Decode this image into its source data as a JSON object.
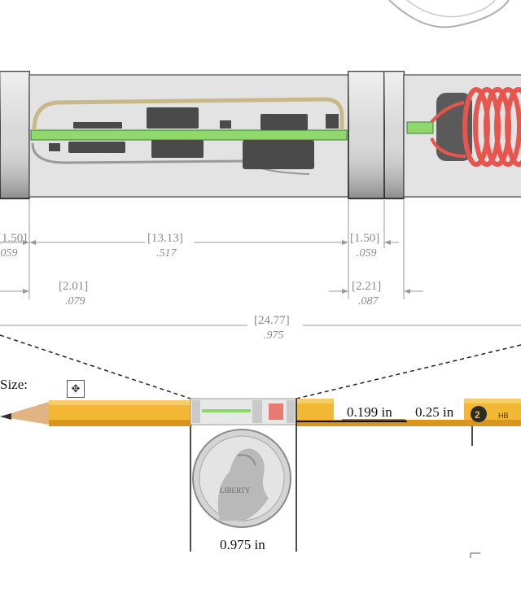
{
  "drawing": {
    "dims": [
      {
        "id": "end-left",
        "metric": "[1.50]",
        "imperial": ".059"
      },
      {
        "id": "body-length",
        "metric": "[13.13]",
        "imperial": ".517"
      },
      {
        "id": "end-right",
        "metric": "[1.50]",
        "imperial": ".059"
      },
      {
        "id": "gap-left",
        "metric": "[2.01]",
        "imperial": ".079"
      },
      {
        "id": "gap-right",
        "metric": "[2.21]",
        "imperial": ".087"
      },
      {
        "id": "overall-length",
        "metric": "[24.77]",
        "imperial": ".975"
      }
    ]
  },
  "photo": {
    "size_label": "Size:",
    "move_handle_symbol": "✥",
    "diameter_label": "0.199 in",
    "pencil_width_label": "0.25 in",
    "length_label": "0.975 in",
    "quarter_text": "LIBERTY"
  },
  "colors": {
    "pcb_green": "#8fd86b",
    "pencil_yellow": "#f2b735",
    "coil_red": "#e8554c"
  }
}
